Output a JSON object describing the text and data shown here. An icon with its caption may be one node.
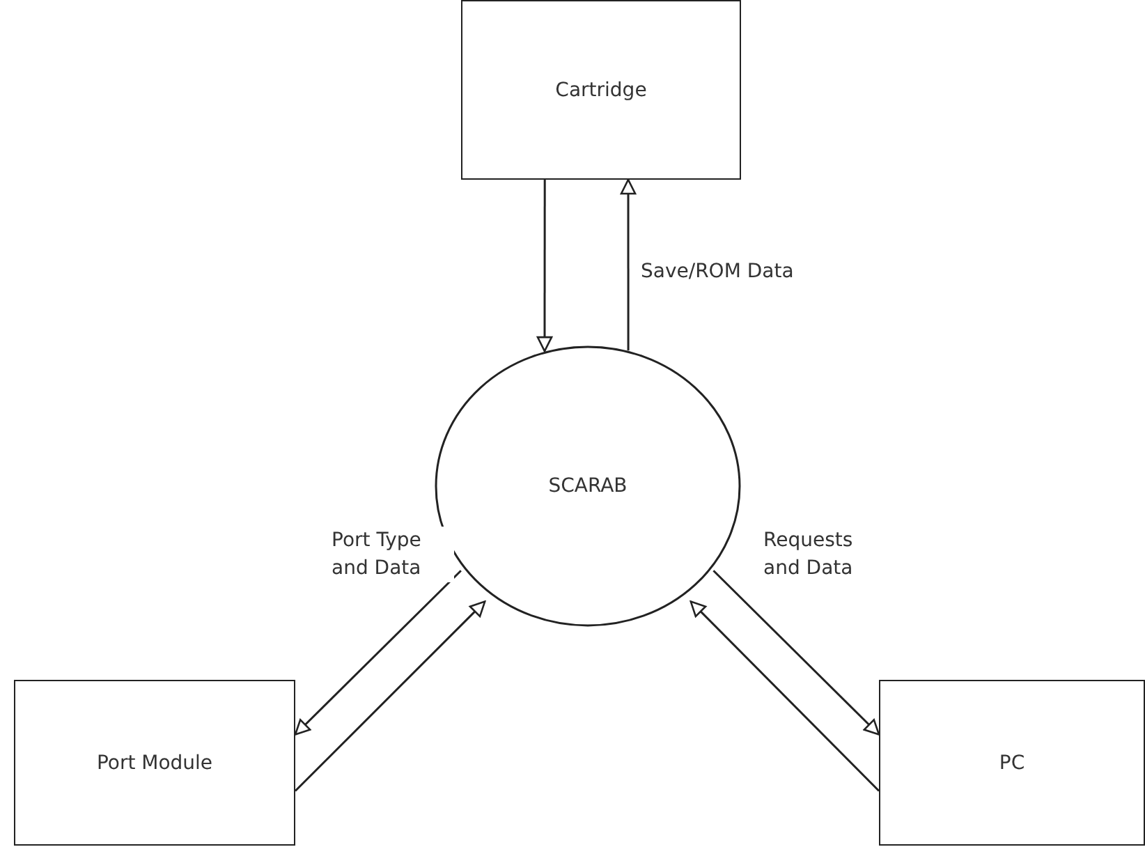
{
  "diagram": {
    "nodes": [
      {
        "text": [
          "Cartridge"
        ]
      },
      {
        "text": [
          "SCARAB"
        ]
      },
      {
        "text": [
          "Port Module"
        ]
      },
      {
        "text": [
          "PC"
        ]
      }
    ],
    "edges": [
      {
        "from": 0,
        "to": 1,
        "arrow": "to"
      },
      {
        "from": 1,
        "to": 0,
        "arrow": "to",
        "label": "Save/ROM Data"
      },
      {
        "from": 1,
        "to": 2,
        "arrow": "to",
        "label": "Port Type and Data"
      },
      {
        "from": 2,
        "to": 1,
        "arrow": "to"
      },
      {
        "from": 1,
        "to": 3,
        "arrow": "to",
        "label": "Requests and Data"
      },
      {
        "from": 3,
        "to": 1,
        "arrow": "to"
      }
    ]
  }
}
